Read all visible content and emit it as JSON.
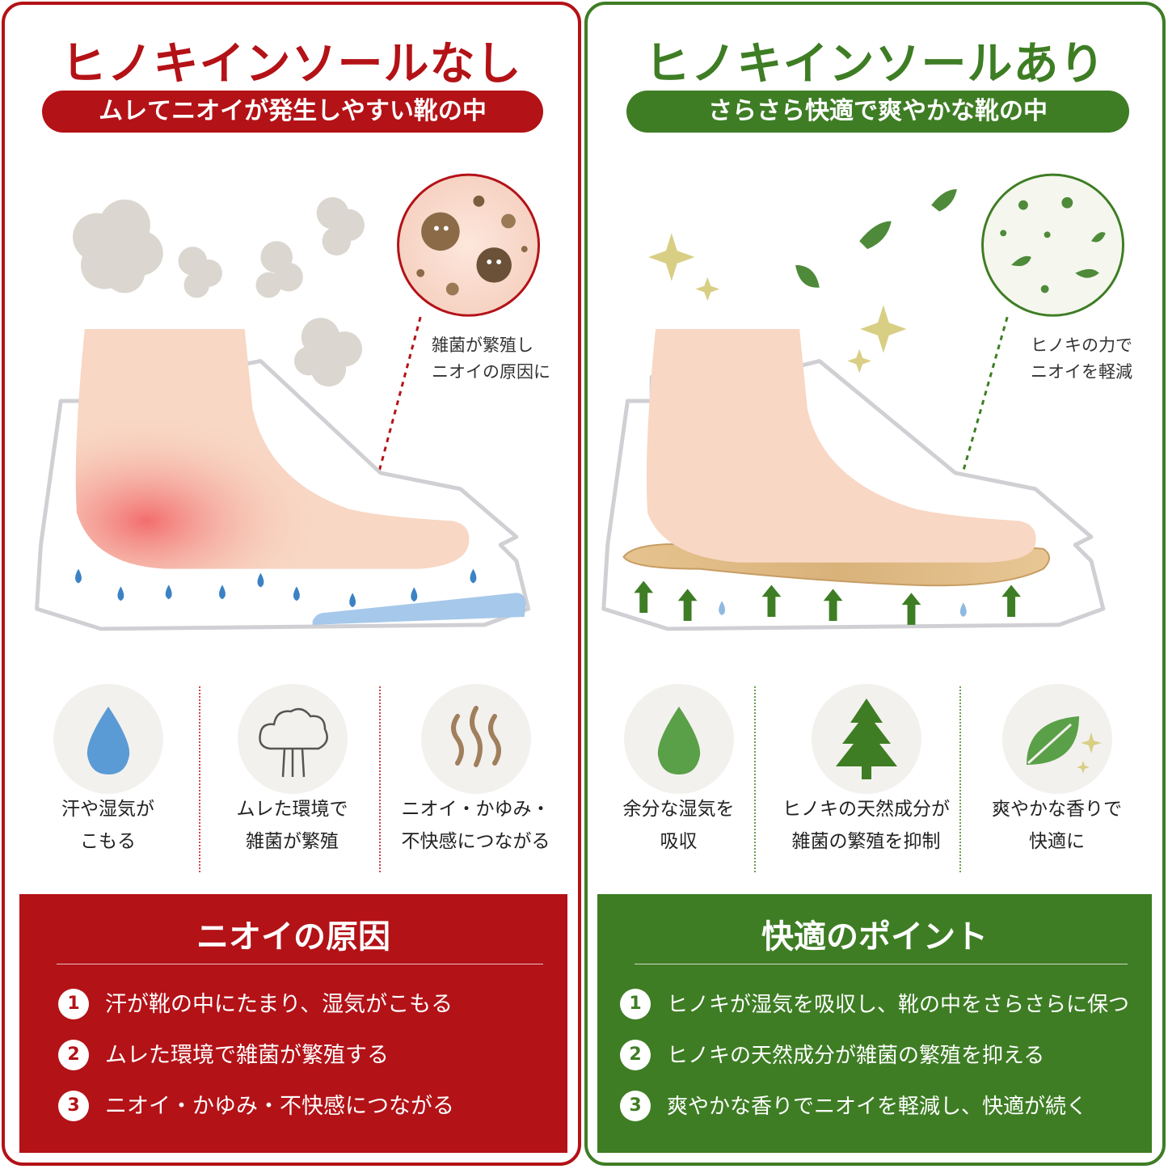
{
  "left": {
    "title": "ヒノキインソールなし",
    "subtitle": "ムレてニオイが発生しやすい靴の中",
    "callout": [
      "雑菌が繁殖し",
      "ニオイの原因に"
    ],
    "icons": [
      {
        "icon": "water-drop-icon",
        "lines": [
          "汗や湿気が",
          "こもる"
        ]
      },
      {
        "icon": "steam-cloud-icon",
        "lines": [
          "ムレた環境で",
          "雑菌が繁殖"
        ]
      },
      {
        "icon": "odor-wave-icon",
        "lines": [
          "ニオイ・かゆみ・",
          "不快感につながる"
        ]
      }
    ],
    "box_title": "ニオイの原因",
    "points": [
      {
        "num": "1",
        "text": "汗が靴の中にたまり、湿気がこもる"
      },
      {
        "num": "2",
        "text": "ムレた環境で雑菌が繁殖する"
      },
      {
        "num": "3",
        "text": "ニオイ・かゆみ・不快感につながる"
      }
    ],
    "accent": "#b31217"
  },
  "right": {
    "title": "ヒノキインソールあり",
    "subtitle": "さらさら快適で爽やかな靴の中",
    "callout": [
      "ヒノキの力で",
      "ニオイを軽減"
    ],
    "icons": [
      {
        "icon": "green-drop-icon",
        "lines": [
          "余分な湿気を",
          "吸収"
        ]
      },
      {
        "icon": "cypress-tree-icon",
        "lines": [
          "ヒノキの天然成分が",
          "雑菌の繁殖を抑制"
        ]
      },
      {
        "icon": "leaf-sparkle-icon",
        "lines": [
          "爽やかな香りで",
          "快適に"
        ]
      }
    ],
    "box_title": "快適のポイント",
    "points": [
      {
        "num": "1",
        "text": "ヒノキが湿気を吸収し、靴の中をさらさらに保つ"
      },
      {
        "num": "2",
        "text": "ヒノキの天然成分が雑菌の繁殖を抑える"
      },
      {
        "num": "3",
        "text": "爽やかな香りでニオイを軽減し、快適が続く"
      }
    ],
    "accent": "#3e7d24"
  }
}
